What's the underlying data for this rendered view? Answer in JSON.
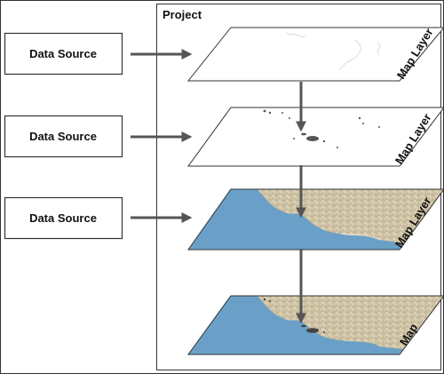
{
  "project": {
    "title": "Project"
  },
  "sources": [
    {
      "label": "Data Source"
    },
    {
      "label": "Data Source"
    },
    {
      "label": "Data Source"
    }
  ],
  "layers": [
    {
      "label": "Map Layer",
      "content": "coastline outline"
    },
    {
      "label": "Map Layer",
      "content": "island points"
    },
    {
      "label": "Map Layer",
      "content": "terrain basemap"
    },
    {
      "label": "Map",
      "content": "combined map"
    }
  ],
  "colors": {
    "sea": "#6aa0c8",
    "land": "#d9cdb0",
    "relief": "#b8a98a",
    "arrow": "#555555",
    "border": "#333333"
  }
}
